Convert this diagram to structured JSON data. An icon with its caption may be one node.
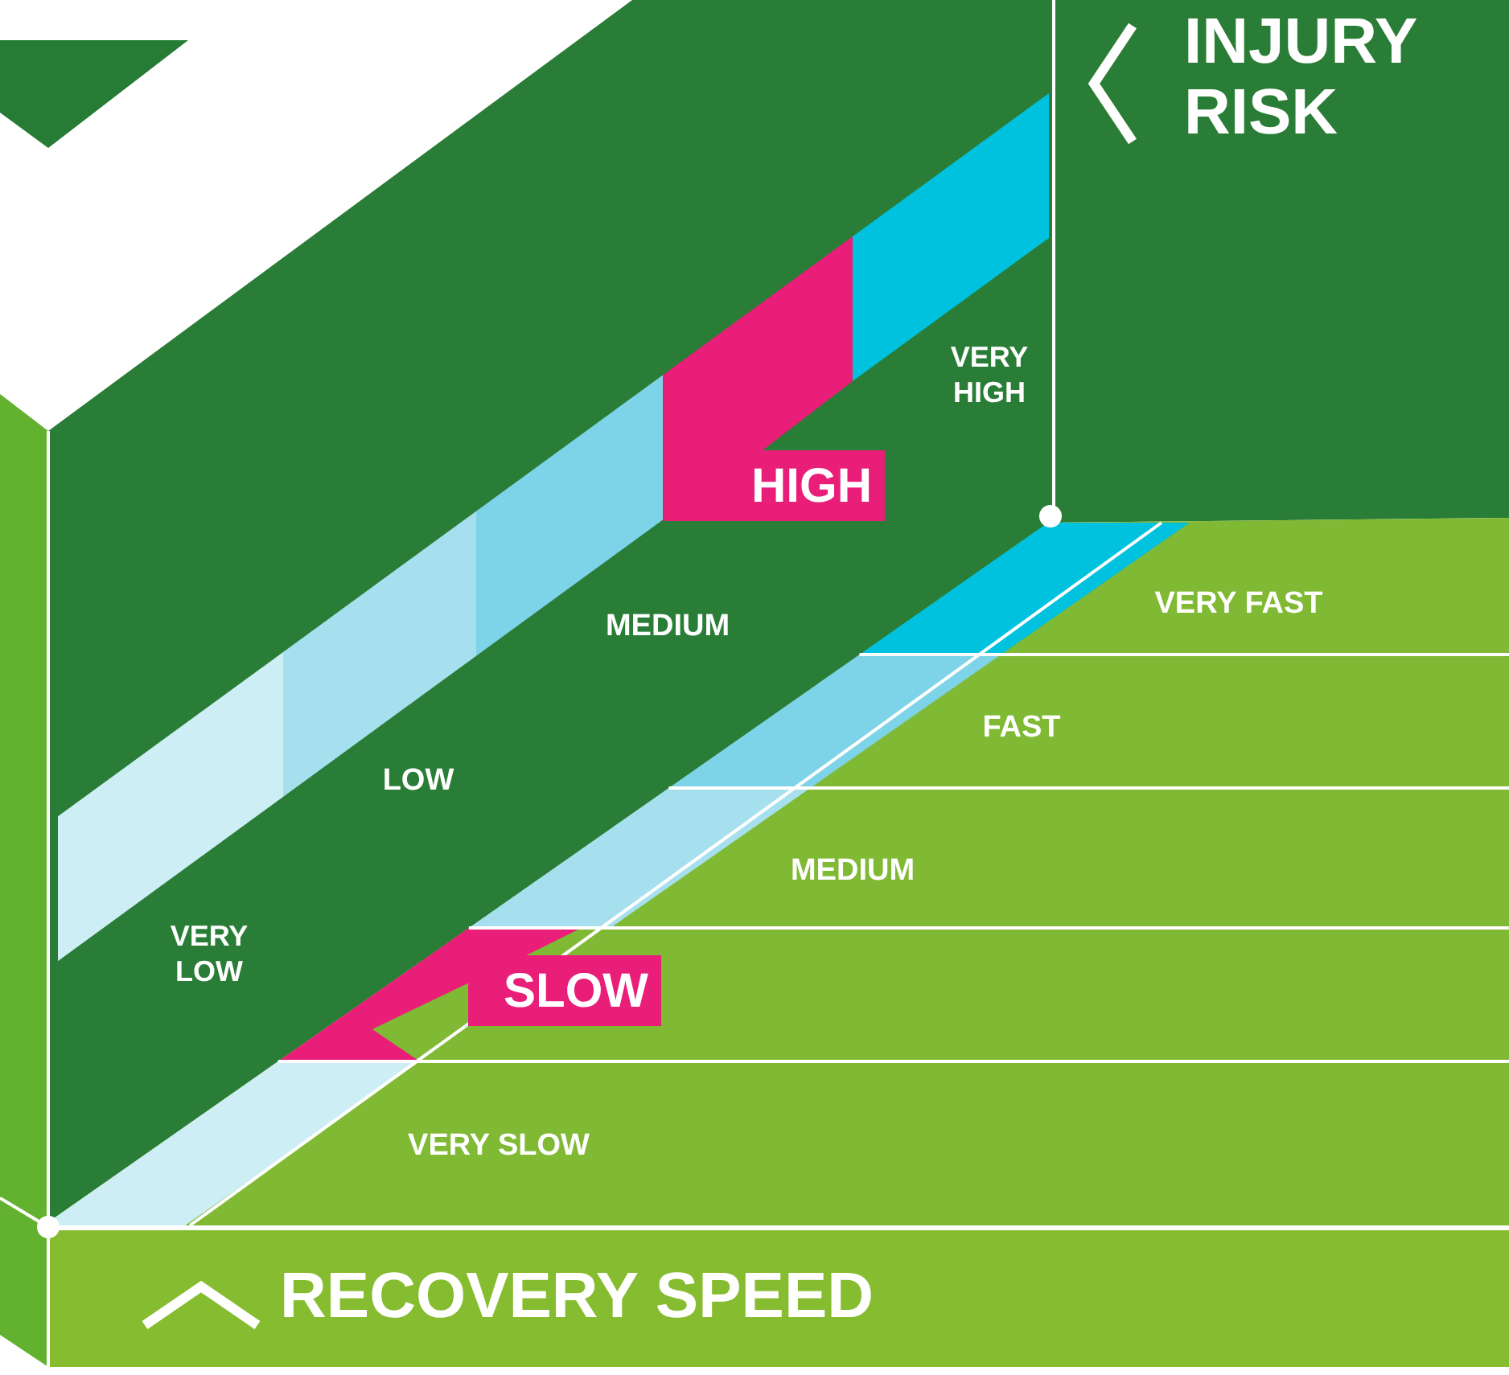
{
  "diagram": {
    "nodes": [
      {
        "text": [
          "HIGH"
        ]
      },
      {
        "text": [
          "SLOW"
        ]
      }
    ],
    "labels": [
      "INJURY RISK",
      "VERY HIGH",
      "MEDIUM",
      "LOW",
      "VERY LOW",
      "VERY FAST",
      "FAST",
      "MEDIUM",
      "VERY SLOW",
      "RECOVERY SPEED"
    ]
  }
}
